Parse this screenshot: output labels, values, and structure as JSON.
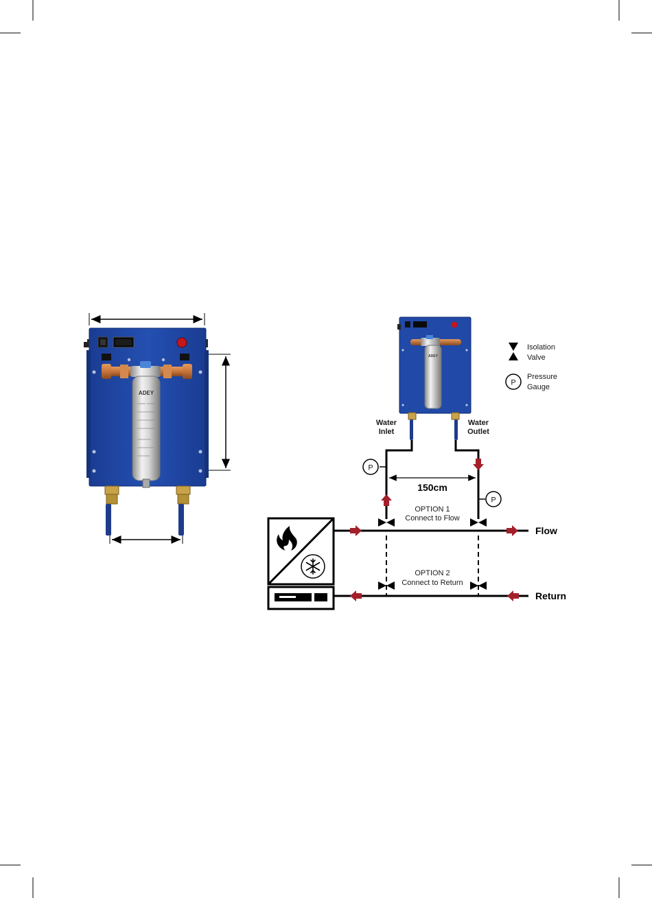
{
  "product": {
    "brand_on_housing": "ADEY"
  },
  "legend": {
    "isolation_valve_line1": "Isolation",
    "isolation_valve_line2": "Valve",
    "pressure_symbol": "P",
    "pressure_gauge_line1": "Pressure",
    "pressure_gauge_line2": "Gauge"
  },
  "schematic": {
    "water_inlet_line1": "Water",
    "water_inlet_line2": "Inlet",
    "water_outlet_line1": "Water",
    "water_outlet_line2": "Outlet",
    "gauge_symbol": "P",
    "distance_label": "150cm",
    "option1_title": "OPTION 1",
    "option1_desc": "Connect to Flow",
    "option2_title": "OPTION 2",
    "option2_desc": "Connect to Return",
    "flow_label": "Flow",
    "return_label": "Return"
  },
  "colors": {
    "unit_blue": "#1f45a0",
    "arrow_red": "#a3202b",
    "pipe_copper": "#c8743a",
    "line_black": "#000000"
  },
  "icons": [
    "flame-icon",
    "snowflake-icon",
    "isolation-valve-icon",
    "pressure-gauge-icon"
  ]
}
